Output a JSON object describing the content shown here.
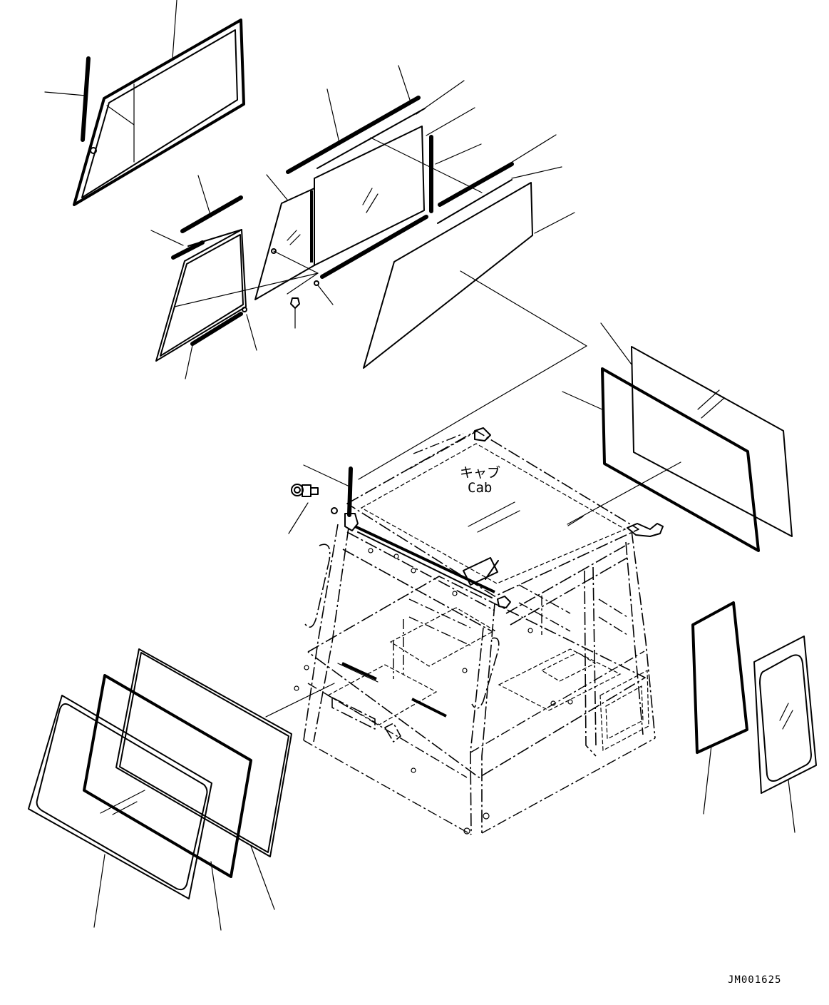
{
  "labels": {
    "cab_jp": "キャブ",
    "cab_en": "Cab",
    "drawing_code": "JM001625"
  }
}
